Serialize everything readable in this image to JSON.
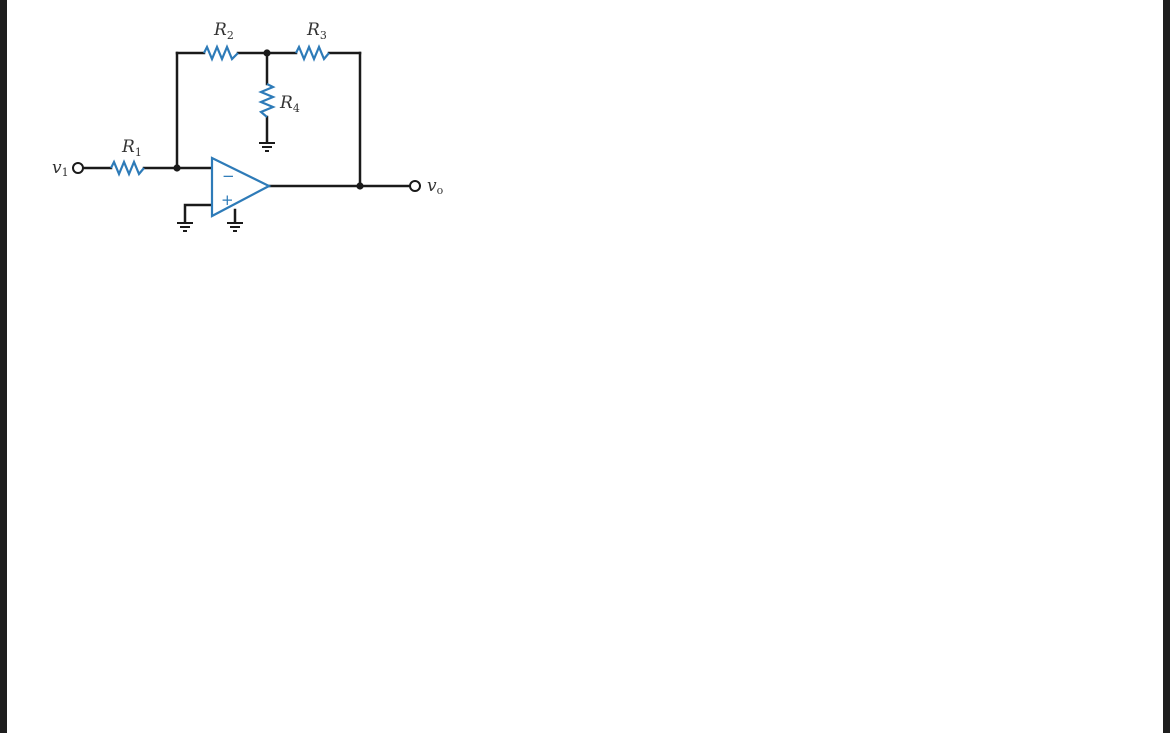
{
  "colors": {
    "wire": "#1a1a1a",
    "component": "#2e7bb8",
    "label": "#333333",
    "frame": "#1e1e1e"
  },
  "diagram": {
    "labels": {
      "r1": {
        "main": "R",
        "sub": "1"
      },
      "r2": {
        "main": "R",
        "sub": "2"
      },
      "r3": {
        "main": "R",
        "sub": "3"
      },
      "r4": {
        "main": "R",
        "sub": "4"
      },
      "v1": {
        "main": "v",
        "sub": "1"
      },
      "vo": {
        "main": "v",
        "sub": "o"
      }
    },
    "opamp": {
      "minus": "−",
      "plus": "+"
    }
  }
}
